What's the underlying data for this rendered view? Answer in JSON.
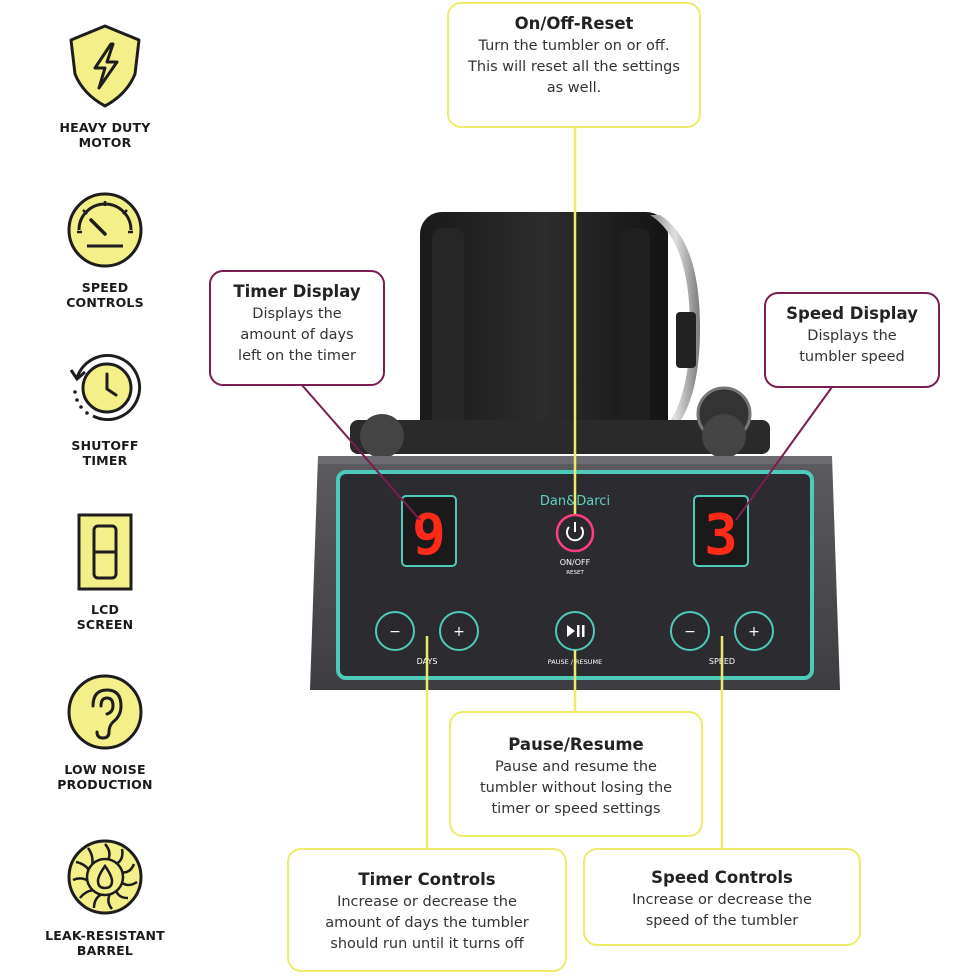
{
  "features": [
    {
      "icon": "lightning-bolt-icon",
      "label_line1": "HEAVY DUTY",
      "label_line2": "MOTOR"
    },
    {
      "icon": "speedometer-icon",
      "label_line1": "SPEED",
      "label_line2": "CONTROLS"
    },
    {
      "icon": "clock-timer-icon",
      "label_line1": "SHUTOFF",
      "label_line2": "TIMER"
    },
    {
      "icon": "digit-eight-icon",
      "label_line1": "LCD",
      "label_line2": "SCREEN"
    },
    {
      "icon": "ear-icon",
      "label_line1": "LOW NOISE",
      "label_line2": "PRODUCTION"
    },
    {
      "icon": "water-drop-icon",
      "label_line1": "LEAK-RESISTANT",
      "label_line2": "BARREL"
    }
  ],
  "callouts": {
    "on_off": {
      "title": "On/Off-Reset",
      "body_line1": "Turn the tumbler on or off.",
      "body_line2": "This will reset all the settings",
      "body_line3": "as well."
    },
    "timer_display": {
      "title": "Timer Display",
      "body_line1": "Displays the",
      "body_line2": "amount of days",
      "body_line3": "left on the timer"
    },
    "speed_display": {
      "title": "Speed Display",
      "body_line1": "Displays the",
      "body_line2": "tumbler speed"
    },
    "pause_resume": {
      "title": "Pause/Resume",
      "body_line1": "Pause and resume the",
      "body_line2": "tumbler without losing the",
      "body_line3": "timer or speed settings"
    },
    "timer_controls": {
      "title": "Timer Controls",
      "body_line1": "Increase or decrease the",
      "body_line2": "amount of days the tumbler",
      "body_line3": "should run until it turns off"
    },
    "speed_controls": {
      "title": "Speed Controls",
      "body_line1": "Increase or decrease the",
      "body_line2": "speed of the tumbler"
    }
  },
  "device": {
    "brand": "Dan&Darci",
    "timer_digit": "9",
    "speed_digit": "3",
    "power_label": "ON/OFF",
    "power_sublabel": "RESET",
    "minus": "−",
    "plus": "+",
    "days_label": "DAYS",
    "pause_label": "PAUSE / RESUME",
    "speed_label": "SPEED"
  },
  "colors": {
    "icon_yellow": "#f3f08a",
    "callout_yellow": "#ecec6a",
    "callout_purple": "#7a1e52",
    "panel_teal": "#4fc9b9",
    "led_red": "#ff2a1a"
  }
}
